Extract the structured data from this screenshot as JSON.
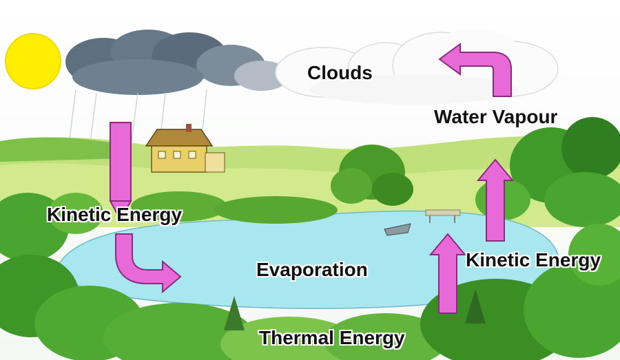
{
  "labels": {
    "clouds": "Clouds",
    "water_vapour": "Water Vapour",
    "kinetic_left": "Kinetic Energy",
    "kinetic_right": "Kinetic Energy",
    "evaporation": "Evaporation",
    "thermal": "Thermal Energy"
  },
  "colors": {
    "arrow": "#e86ad8",
    "arrow_outline": "#8a2a7e",
    "sun": "#ffee00",
    "lake": "#a8e6f0",
    "grass": "#bfe07a",
    "trees": "#3f9a2a",
    "storm_cloud": "#5e6f7f"
  },
  "icons": [
    "sun-icon",
    "house-icon",
    "rowboat-icon",
    "dock-icon"
  ]
}
